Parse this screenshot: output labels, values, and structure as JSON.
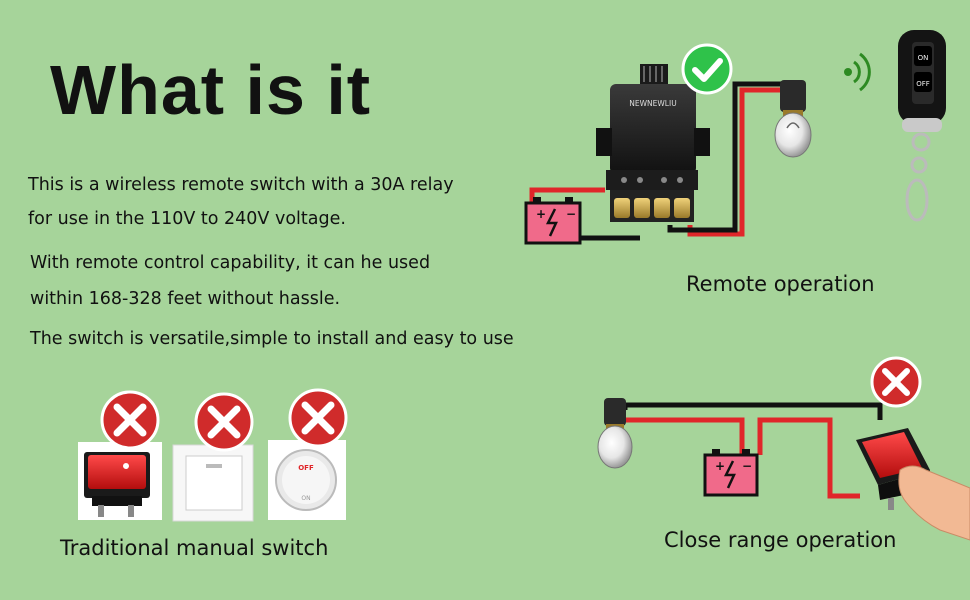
{
  "title": "What is it",
  "paragraphs": {
    "p1_line1": "This is a wireless remote switch with a 30A relay",
    "p1_line2": "for use in the 110V to 240V voltage.",
    "p2_line1": "With remote control capability, it can he used",
    "p2_line2": "within 168-328 feet without hassle.",
    "p3": "The switch is versatile,simple to install and easy to use"
  },
  "captions": {
    "remote": "Remote operation",
    "close": "Close range operation",
    "manual": "Traditional manual switch"
  },
  "device": {
    "brand": "NEWNEWLIU",
    "remote_on": "ON",
    "remote_off": "OFF",
    "wall_switch_off": "OFF",
    "wall_switch_on": "ON"
  },
  "colors": {
    "background": "#a6d49a",
    "wire_red": "#e0262a",
    "wire_black": "#111111",
    "check_green": "#2fc24a",
    "cross_red": "#d02b2b",
    "battery_pink": "#f06a8a"
  }
}
